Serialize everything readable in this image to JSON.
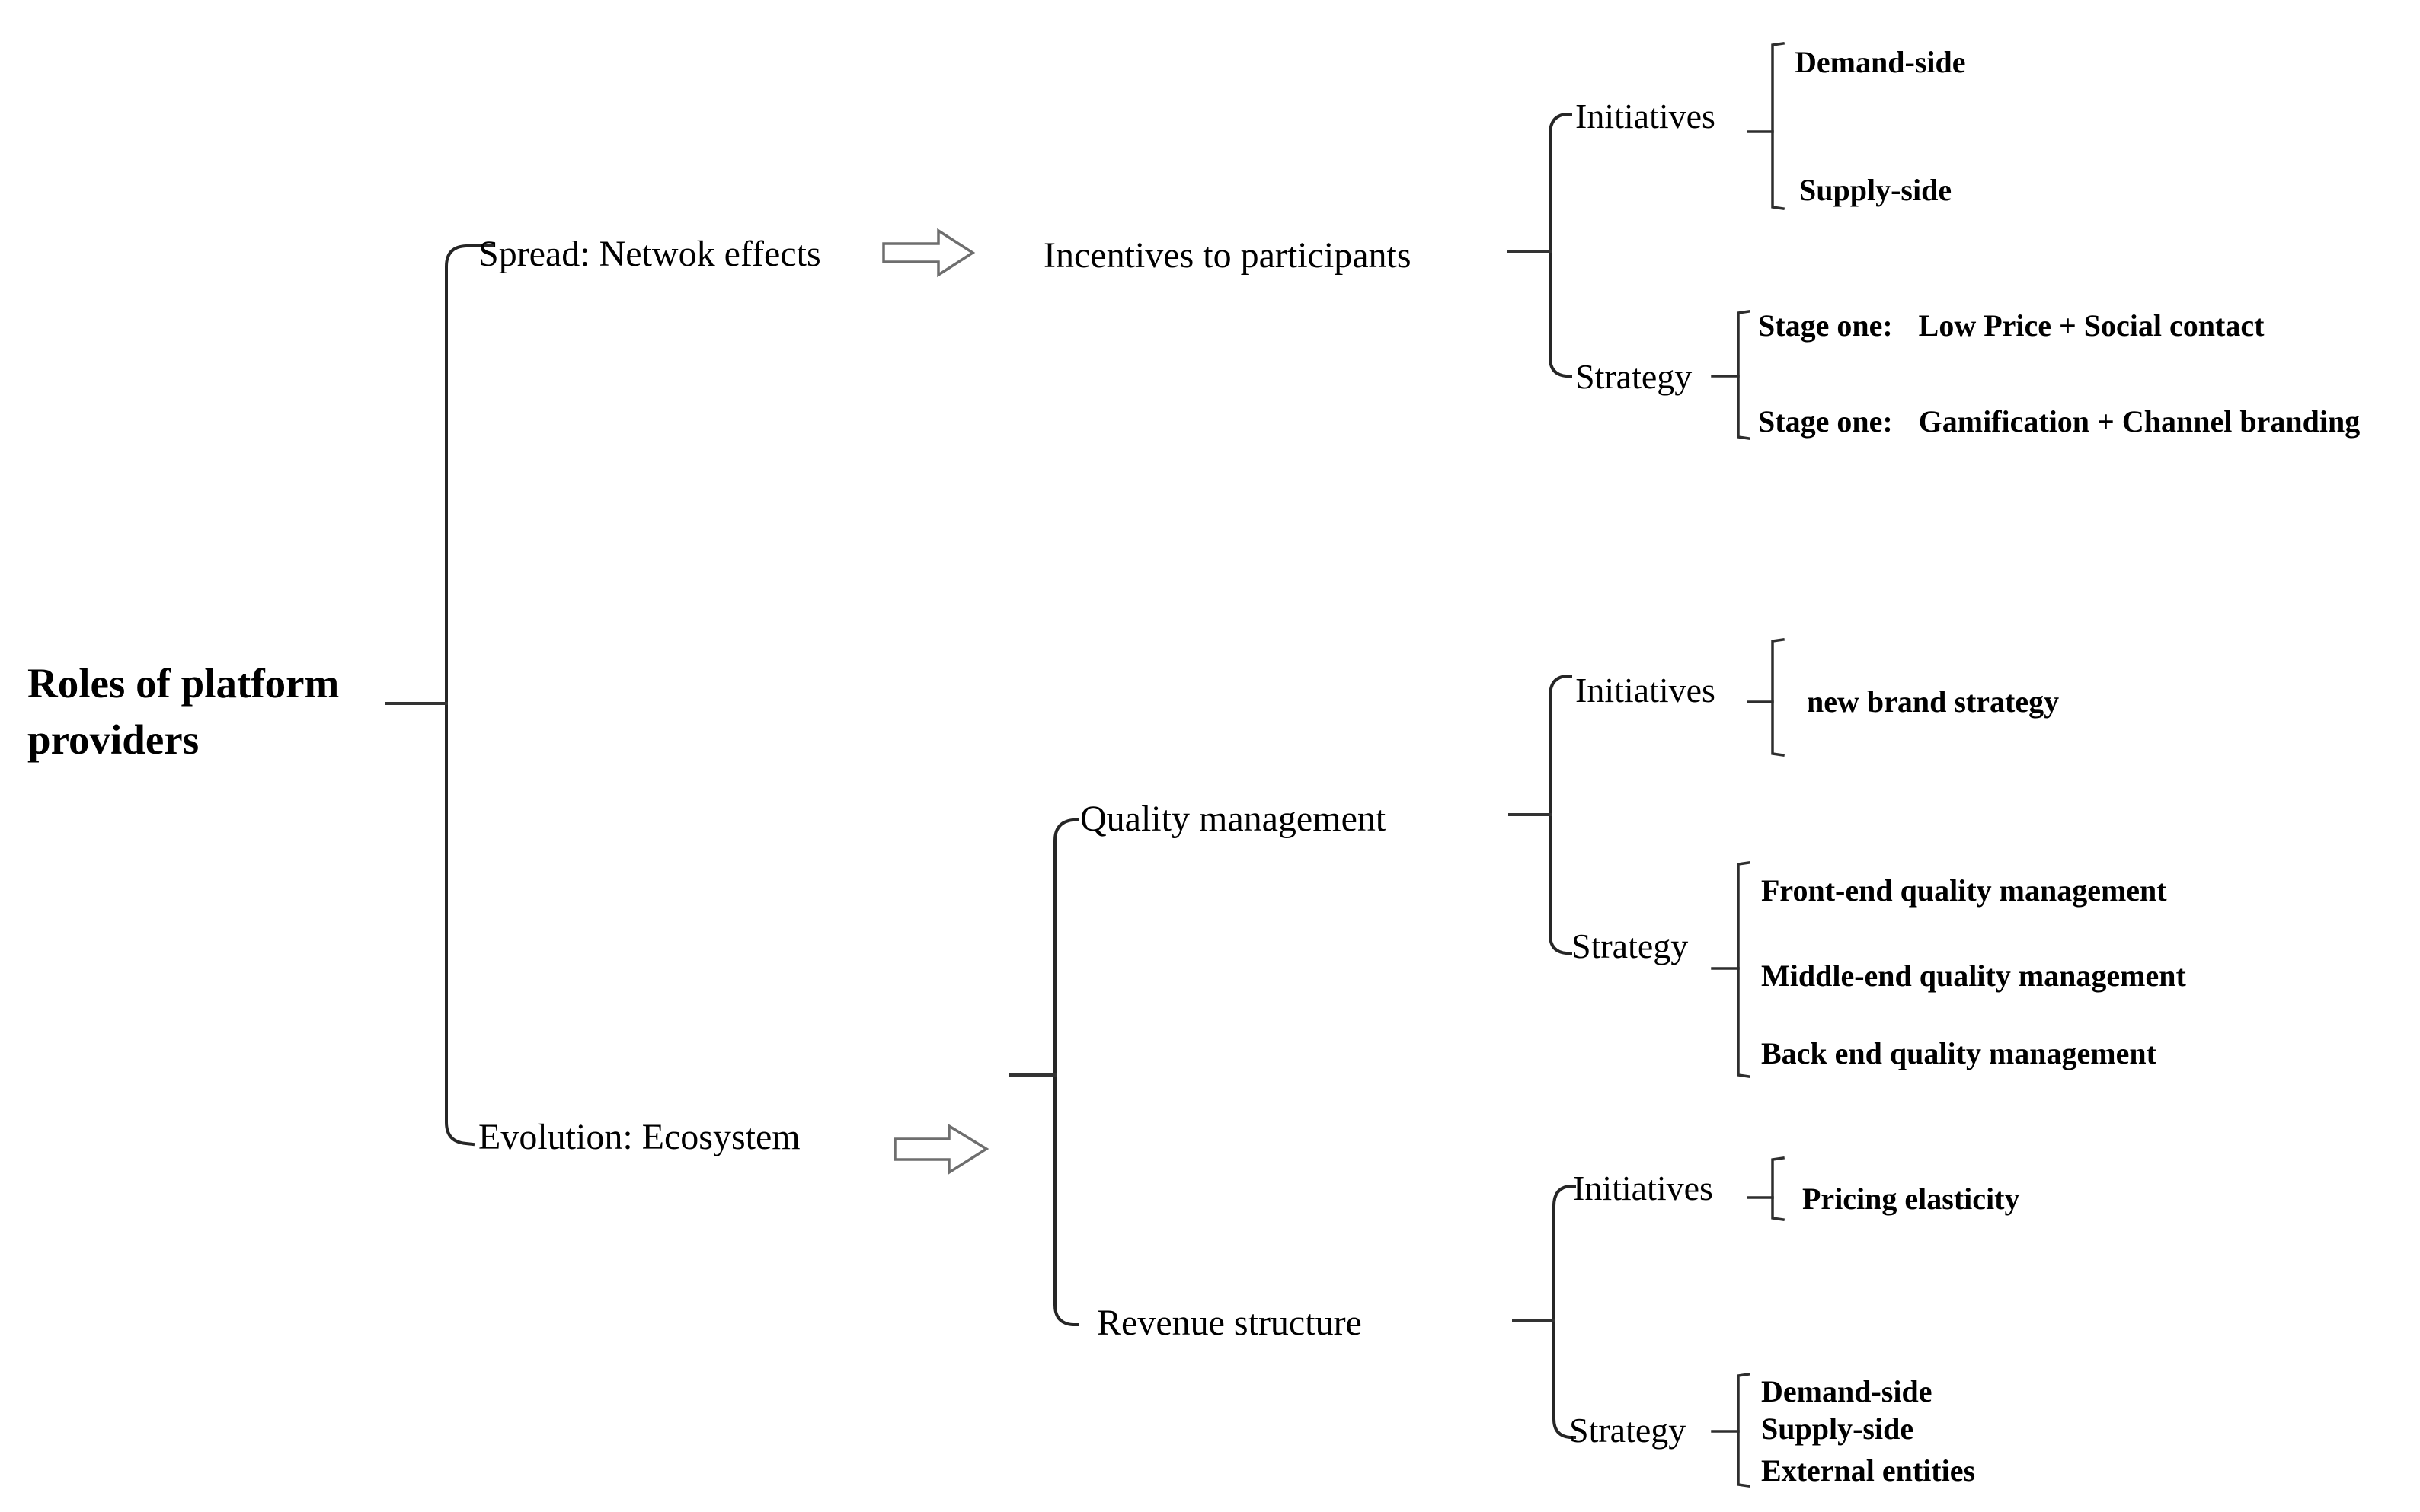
{
  "diagram": {
    "root": {
      "label": "Roles of platform providers",
      "line1": "Roles of platform",
      "line2": "providers"
    },
    "spread": {
      "label": "Spread: Netwok effects",
      "arrow_icon": "hollow-right-arrow",
      "target": "Incentives to participants",
      "initiatives": {
        "label": "Initiatives",
        "items": [
          "Demand-side",
          "Supply-side"
        ]
      },
      "strategy": {
        "label": "Strategy",
        "items": [
          {
            "prefix": "Stage one:",
            "text": "Low Price + Social contact"
          },
          {
            "prefix": "Stage one:",
            "text": "Gamification + Channel branding"
          }
        ]
      }
    },
    "evolution": {
      "label": "Evolution: Ecosystem",
      "arrow_icon": "hollow-right-arrow",
      "quality": {
        "label": "Quality management",
        "initiatives": {
          "label": "Initiatives",
          "items": [
            "new brand strategy"
          ]
        },
        "strategy": {
          "label": "Strategy",
          "items": [
            "Front-end quality management",
            "Middle-end quality management",
            "Back end quality management"
          ]
        }
      },
      "revenue": {
        "label": "Revenue structure",
        "initiatives": {
          "label": "Initiatives",
          "items": [
            "Pricing elasticity"
          ]
        },
        "strategy": {
          "label": "Strategy",
          "items": [
            "Demand-side",
            "Supply-side",
            "External entities"
          ]
        }
      }
    }
  }
}
